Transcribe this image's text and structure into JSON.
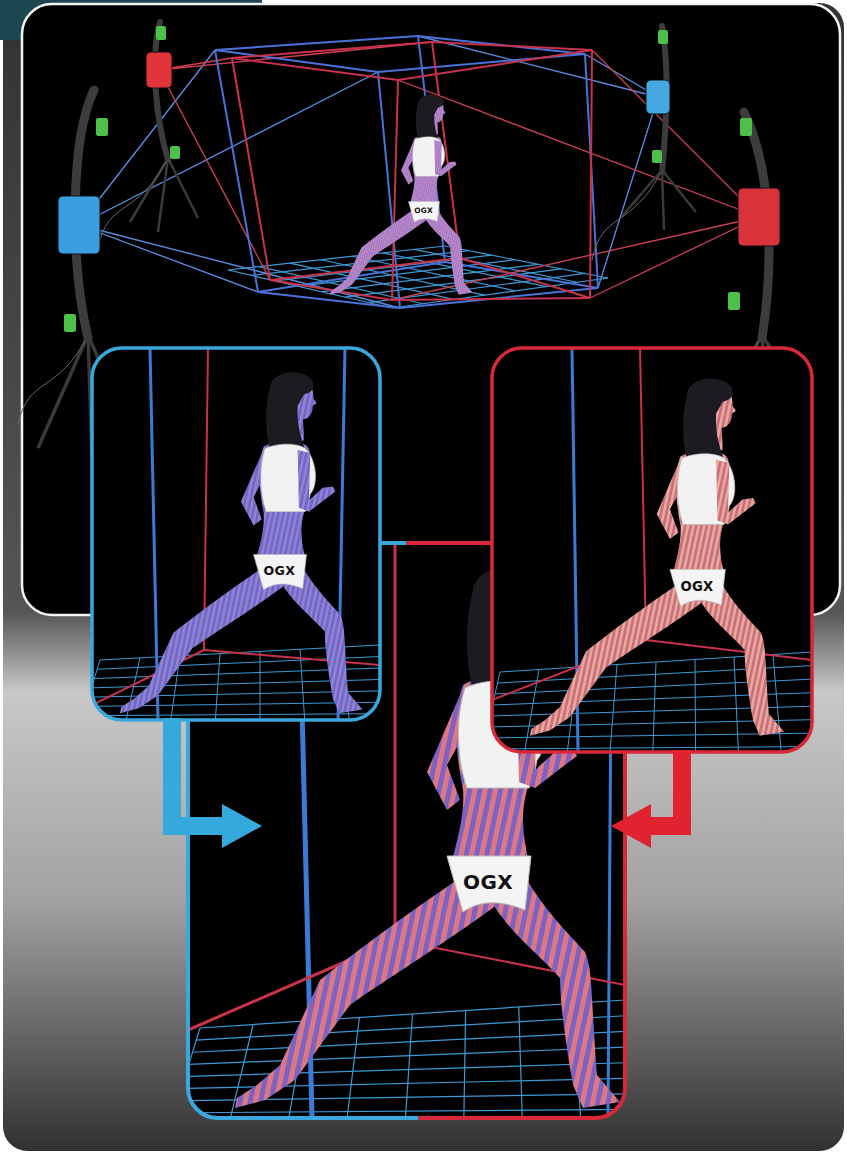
{
  "diagram": {
    "nodes": [
      {
        "text": [
          "OGX"
        ]
      },
      {
        "text": [
          "OGX"
        ]
      },
      {
        "text": [
          "OGX"
        ]
      },
      {
        "text": [
          "OGX"
        ]
      }
    ],
    "edges": [
      {
        "from": 1,
        "to": 3,
        "arrow": "to"
      },
      {
        "from": 2,
        "to": 3,
        "arrow": "to"
      }
    ]
  }
}
